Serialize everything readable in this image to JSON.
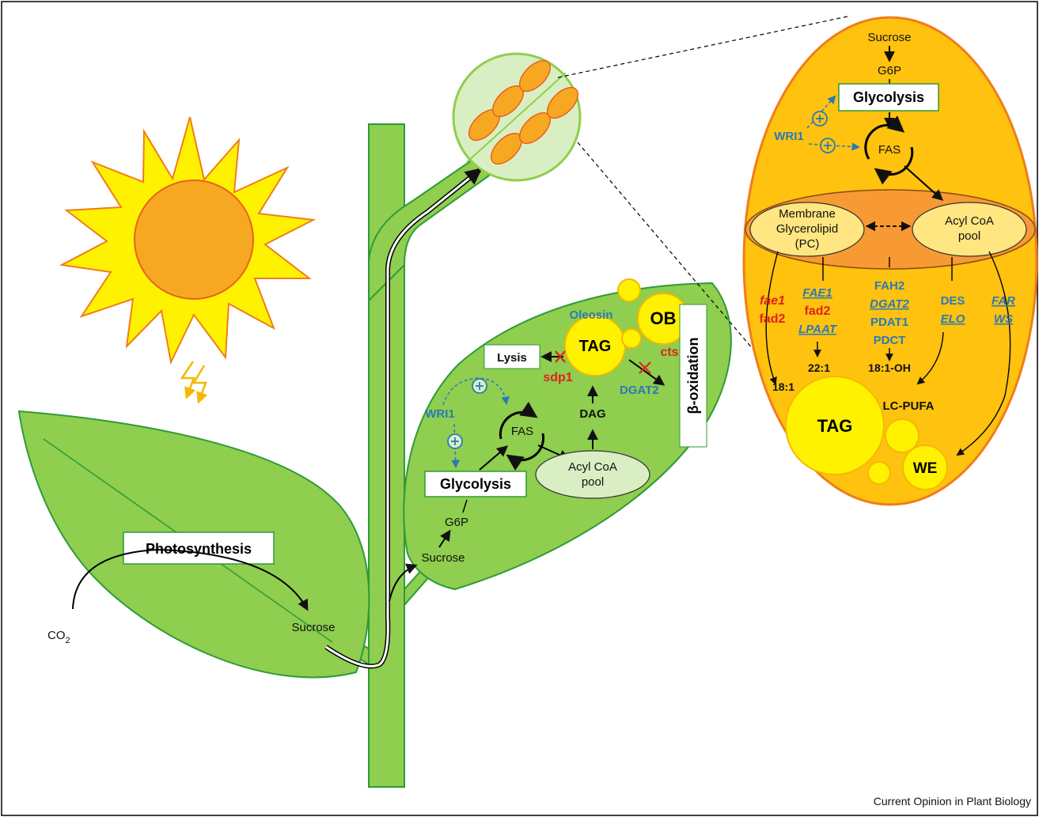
{
  "photosynthesis": "Photosynthesis",
  "co2": "CO",
  "co2_sub": "2",
  "sucrose": "Sucrose",
  "g6p": "G6P",
  "glycolysis": "Glycolysis",
  "fas": "FAS",
  "wri1": "WRI1",
  "acyl_coa_1": "Acyl CoA",
  "acyl_coa_2": "pool",
  "dag": "DAG",
  "dgat2": "DGAT2",
  "tag": "TAG",
  "oleosin": "Oleosin",
  "ob": "OB",
  "cts": "cts",
  "sdp1": "sdp1",
  "lysis": "Lysis",
  "beta_oxidation": "β-oxidation",
  "membrane_1": "Membrane",
  "membrane_2": "Glycerolipid",
  "membrane_3": "(PC)",
  "col_a": [
    "fae1",
    "fad2"
  ],
  "col_b": [
    "FAE1",
    "fad2",
    "LPAAT"
  ],
  "col_c": [
    "FAH2",
    "DGAT2",
    "PDAT1",
    "PDCT"
  ],
  "col_d": [
    "DES",
    "ELO"
  ],
  "col_e": [
    "FAR",
    "WS"
  ],
  "prod_181": "18:1",
  "prod_221": "22:1",
  "prod_181oh": "18:1-OH",
  "prod_lcpufa": "LC-PUFA",
  "we": "WE",
  "credit": "Current Opinion in Plant Biology",
  "colors": {
    "leaf": "#8fce4e",
    "leaf_edge": "#2f9a3a",
    "seed": "#ffc20e",
    "seed_edge": "#f07d1a",
    "oil": "#fff200",
    "blue": "#2a7ab8",
    "red": "#e0231a"
  }
}
